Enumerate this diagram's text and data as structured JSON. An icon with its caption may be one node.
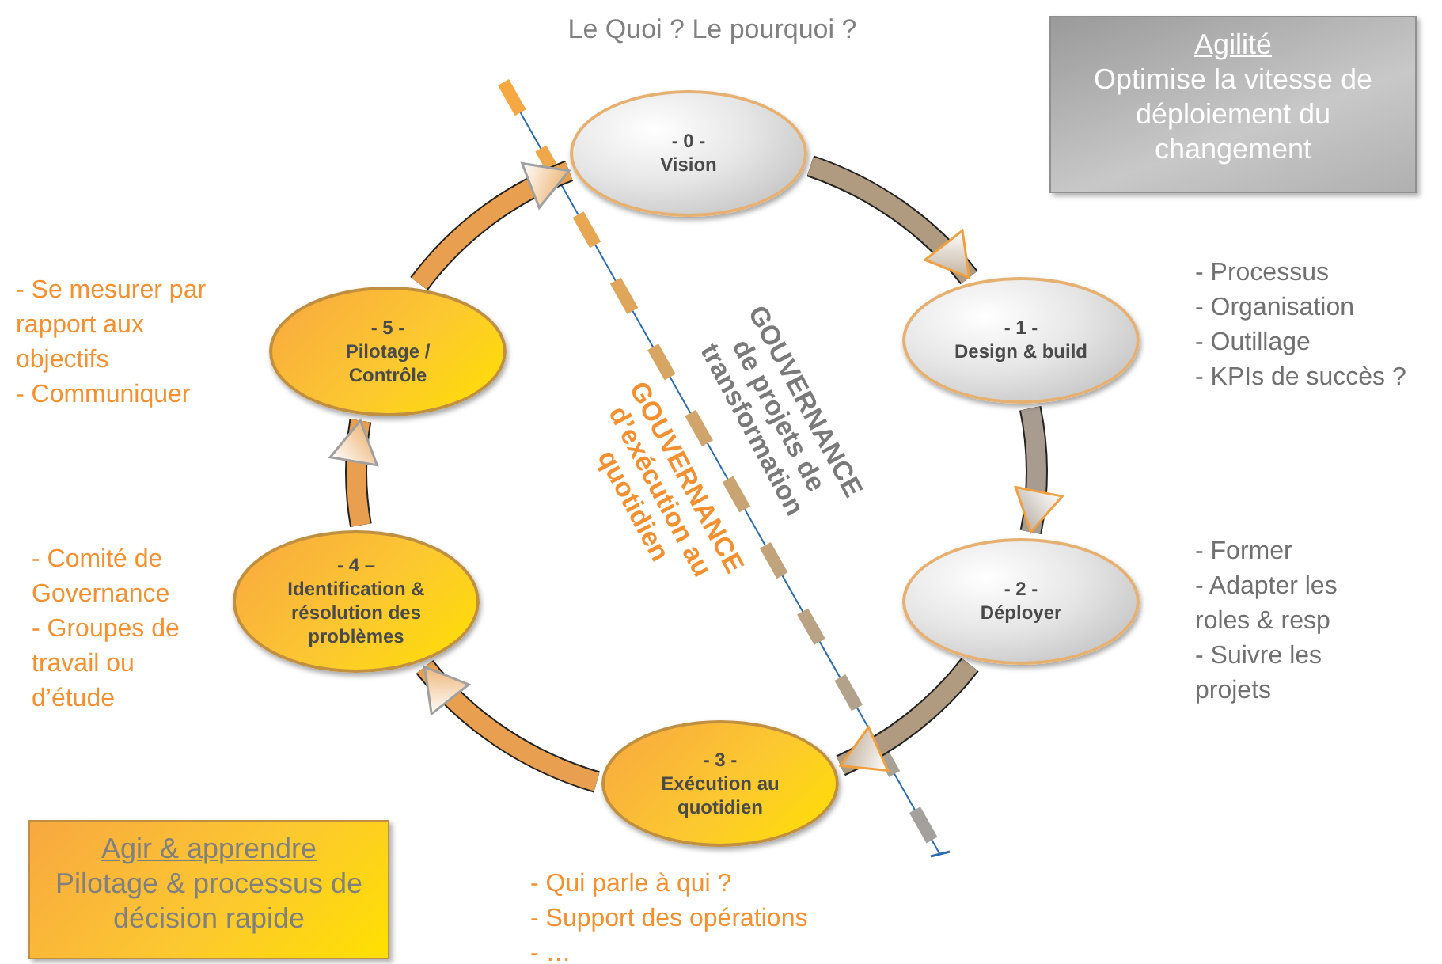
{
  "diagram": {
    "nodes": [
      {
        "text": [
          "- 0 -",
          "Vision"
        ],
        "beside": [
          "Le Quoi ? Le pourquoi ?"
        ]
      },
      {
        "text": [
          "- 1 -",
          "Design & build"
        ],
        "beside": [
          "- Processus",
          "- Organisation",
          "- Outillage",
          "- KPIs de succès ?"
        ]
      },
      {
        "text": [
          "- 2 -",
          "Déployer"
        ],
        "beside": [
          "- Former",
          "- Adapter les roles & resp",
          "- Suivre les projets"
        ]
      },
      {
        "text": [
          "- 3 -",
          "Exécution au quotidien"
        ],
        "beside": [
          "- Qui parle à qui ?",
          "- Support des opérations",
          "- …"
        ]
      },
      {
        "text": [
          "- 4 –",
          "Identification & résolution des problèmes"
        ],
        "beside": [
          "- Comité de Governance",
          "- Groupes de travail ou d’étude"
        ]
      },
      {
        "text": [
          "- 5 -",
          "Pilotage / Contrôle"
        ],
        "beside": [
          "- Se mesurer par rapport aux objectifs",
          "- Communiquer"
        ]
      },
      {
        "text": [
          "Agilité",
          "Optimise la vitesse de déploiement du changement"
        ]
      },
      {
        "text": [
          "Agir & apprendre",
          "Pilotage & processus de décision rapide"
        ]
      }
    ],
    "edges": [
      {
        "from": 0,
        "to": 1,
        "arrow": "to",
        "color": "#b09a80"
      },
      {
        "from": 1,
        "to": 2,
        "arrow": "to",
        "color": "#a89c90"
      },
      {
        "from": 2,
        "to": 3,
        "arrow": "to",
        "color": "#b09a80"
      },
      {
        "from": 3,
        "to": 4,
        "arrow": "to",
        "color": "#e8a050"
      },
      {
        "from": 4,
        "to": 5,
        "arrow": "to",
        "color": "#e8a050"
      },
      {
        "from": 5,
        "to": 0,
        "arrow": "to",
        "color": "#e8a050"
      }
    ],
    "labels": [
      "GOUVERNANCE de projets de transformation",
      "GOUVERNANCE d’exécution au quotidien"
    ]
  }
}
